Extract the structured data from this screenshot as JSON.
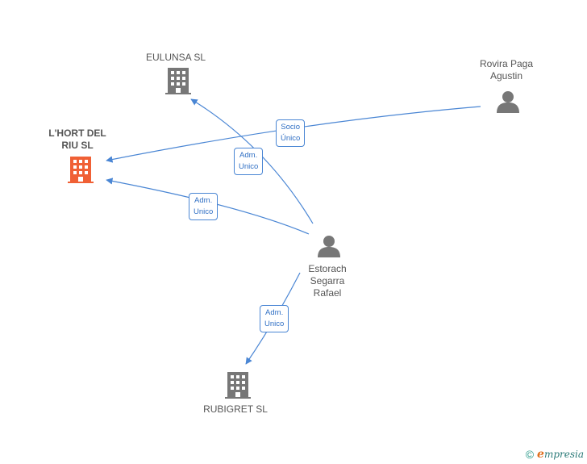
{
  "nodes": {
    "eulunsa": {
      "label": "EULUNSA  SL",
      "type": "company",
      "color": "#777777"
    },
    "lhort": {
      "label_lines": [
        "L'HORT DEL",
        "RIU SL"
      ],
      "type": "company",
      "color": "#f06035"
    },
    "rovira": {
      "label_lines": [
        "Rovira Paga",
        "Agustin"
      ],
      "type": "person",
      "color": "#777777"
    },
    "estorach": {
      "label_lines": [
        "Estorach",
        "Segarra",
        "Rafael"
      ],
      "type": "person",
      "color": "#777777"
    },
    "rubigret": {
      "label": "RUBIGRET SL",
      "type": "company",
      "color": "#777777"
    }
  },
  "edges": {
    "rovira_lhort": {
      "lines": [
        "Socio",
        "Único"
      ]
    },
    "estorach_eulunsa": {
      "lines": [
        "Adm.",
        "Unico"
      ]
    },
    "estorach_lhort": {
      "lines": [
        "Adm.",
        "Unico"
      ]
    },
    "estorach_rubigret": {
      "lines": [
        "Adm.",
        "Unico"
      ]
    }
  },
  "colors": {
    "edge": "#4a86d4",
    "node_gray": "#777777",
    "node_main": "#f06035"
  },
  "brand": {
    "copyright": "©",
    "name_initial": "e",
    "name_rest": "mpresia"
  }
}
